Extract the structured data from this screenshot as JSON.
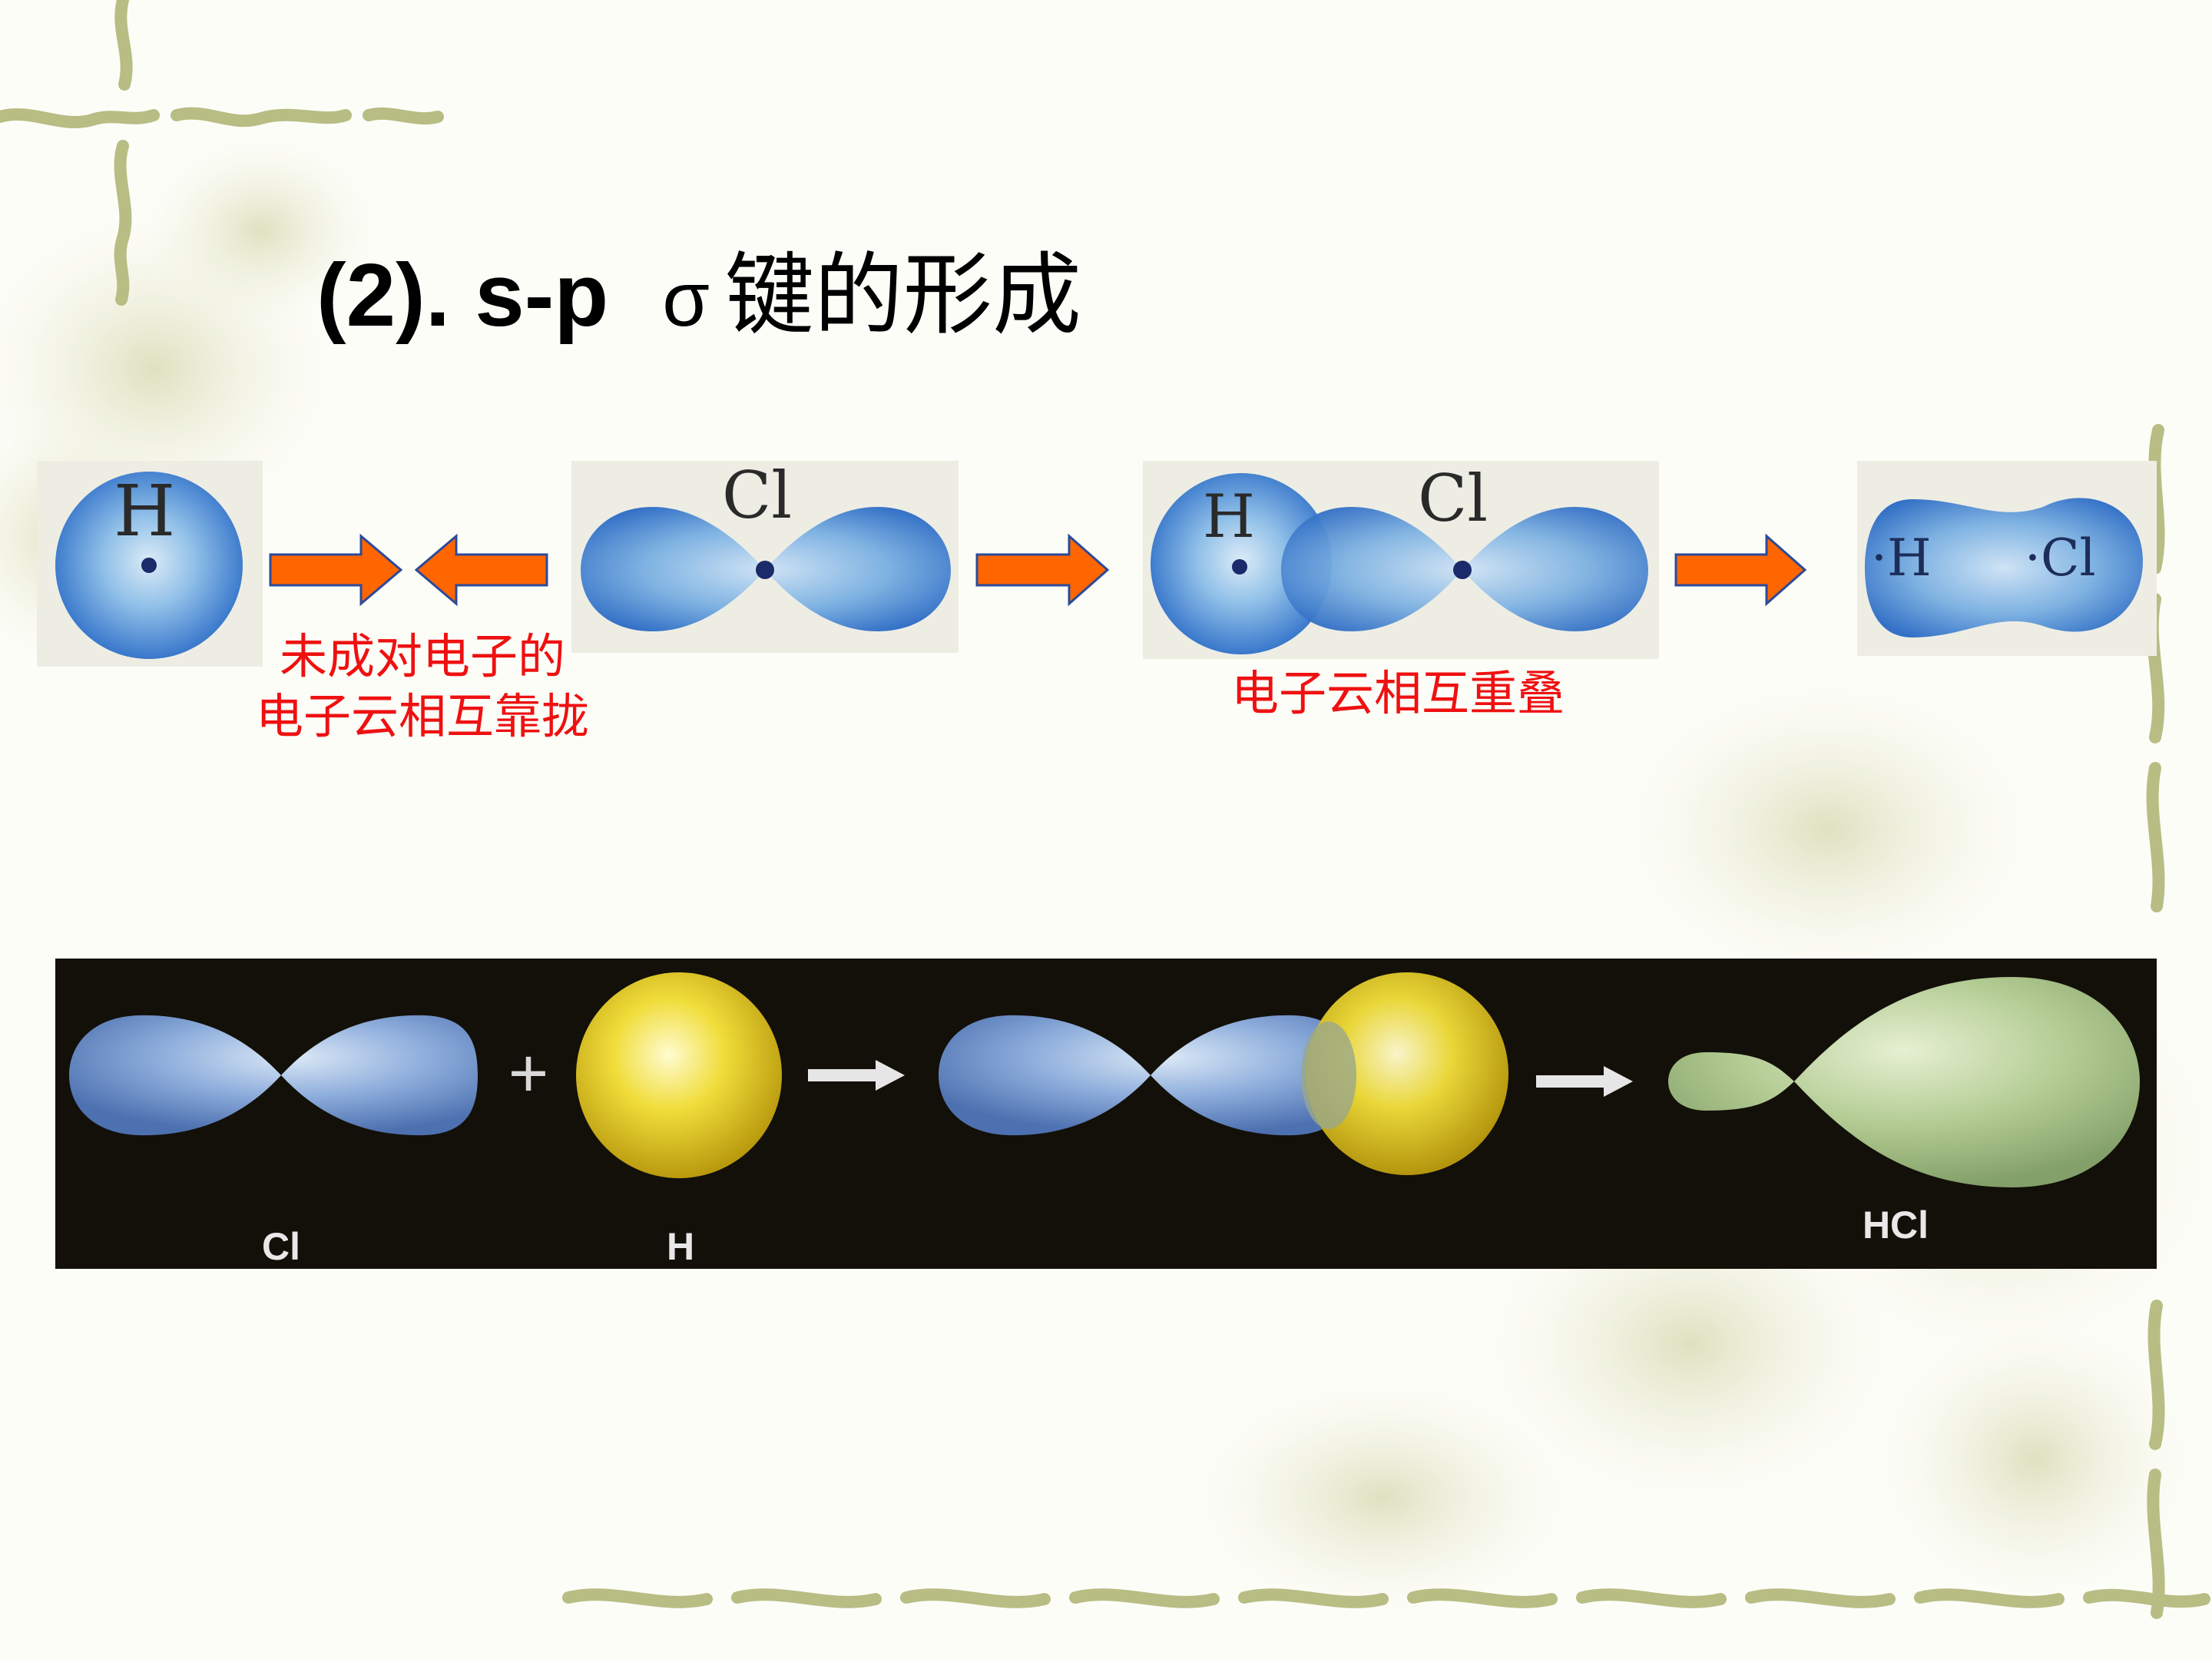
{
  "slide": {
    "title": {
      "prefix": "(2). s-p",
      "sigma": "σ",
      "suffix": "键的形成"
    },
    "top_diagram": {
      "h_atom_label": "H",
      "cl_atom_label": "Cl",
      "overlap_h_label": "H",
      "overlap_cl_label": "Cl",
      "molecule_h_label": "·H",
      "molecule_cl_label": "·Cl",
      "caption_approach_line1": "未成对电子的",
      "caption_approach_line2": "电子云相互靠拢",
      "caption_overlap": "电子云相互重叠"
    },
    "bottom_diagram": {
      "plus_sign": "+",
      "cl_label": "Cl",
      "h_label": "H",
      "hcl_label": "HCl"
    },
    "colors": {
      "arrow_fill": "#ff6600",
      "arrow_stroke": "#2b4a9a",
      "caption_red": "#ee1111",
      "orbital_blue": "#3f7fd0",
      "sphere_yellow": "#e8d22a",
      "product_green": "#a9c48a",
      "strip_bg": "#131009",
      "vine_green": "#b8bd84"
    }
  }
}
